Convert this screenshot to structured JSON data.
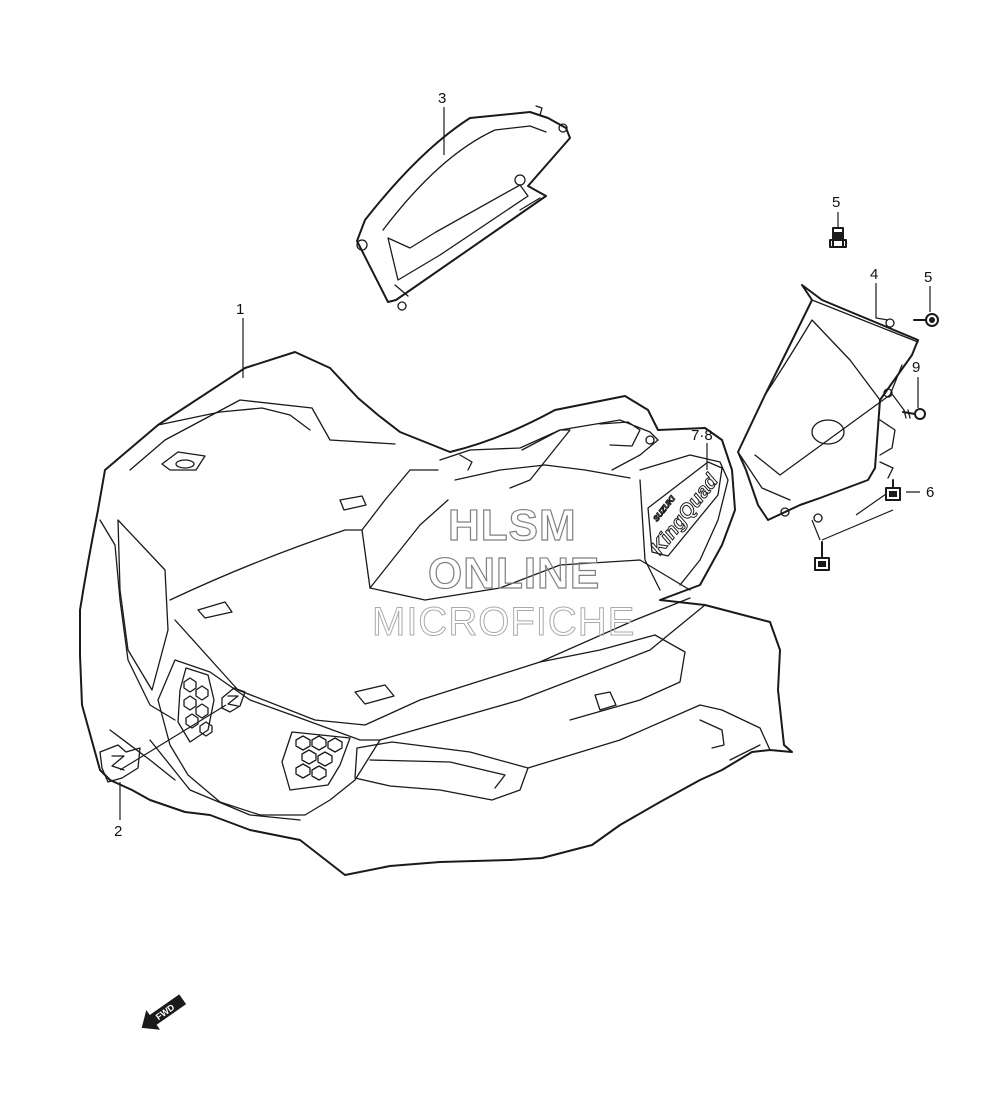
{
  "callouts": {
    "c1": "1",
    "c2": "2",
    "c3": "3",
    "c4": "4",
    "c5a": "5",
    "c5b": "5",
    "c6": "6",
    "c78": "7·8",
    "c9": "9"
  },
  "watermark": {
    "line1": "HLSM",
    "line2": "ONLINE",
    "line3": "MICROFICHE"
  },
  "decal_text": {
    "brand": "SUZUKI",
    "model": "KingQuad"
  },
  "direction_arrow": {
    "label": "FWD",
    "icon": "fwd-arrow-icon"
  }
}
